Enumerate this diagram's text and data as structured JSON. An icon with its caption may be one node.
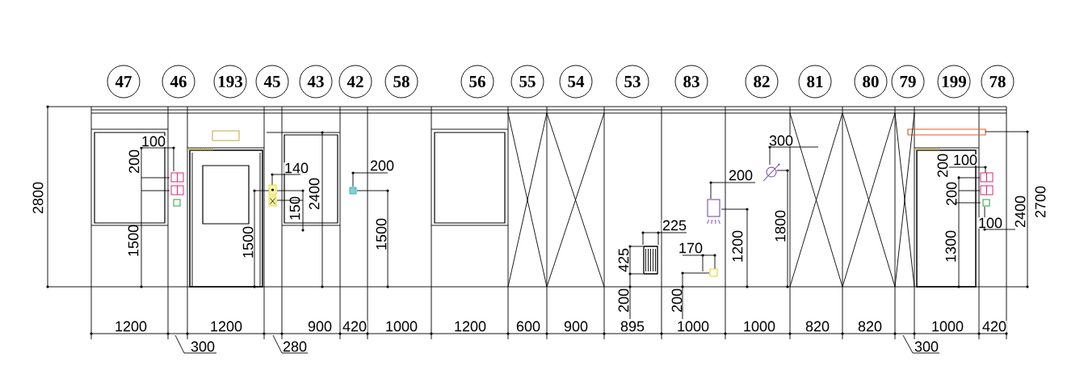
{
  "diagram": {
    "nodes": [
      {
        "text": [
          "47"
        ]
      },
      {
        "text": [
          "46"
        ]
      },
      {
        "text": [
          "193"
        ]
      },
      {
        "text": [
          "45"
        ]
      },
      {
        "text": [
          "43"
        ]
      },
      {
        "text": [
          "42"
        ]
      },
      {
        "text": [
          "58"
        ]
      },
      {
        "text": [
          "56"
        ]
      },
      {
        "text": [
          "55"
        ]
      },
      {
        "text": [
          "54"
        ]
      },
      {
        "text": [
          "53"
        ]
      },
      {
        "text": [
          "83"
        ]
      },
      {
        "text": [
          "82"
        ]
      },
      {
        "text": [
          "81"
        ]
      },
      {
        "text": [
          "80"
        ]
      },
      {
        "text": [
          "79"
        ]
      },
      {
        "text": [
          "199"
        ]
      },
      {
        "text": [
          "78"
        ]
      }
    ],
    "labels": [
      "2800",
      "100",
      "200",
      "1500",
      "1500",
      "140",
      "150",
      "2400",
      "200",
      "1500",
      "225",
      "425",
      "200",
      "170",
      "200",
      "200",
      "1200",
      "300",
      "1800",
      "200",
      "100",
      "200",
      "1300",
      "100",
      "2400",
      "2700",
      "1200",
      "1200",
      "900",
      "420",
      "1000",
      "1200",
      "600",
      "900",
      "895",
      "1000",
      "1000",
      "820",
      "820",
      "1000",
      "420",
      "300",
      "280",
      "300"
    ]
  }
}
